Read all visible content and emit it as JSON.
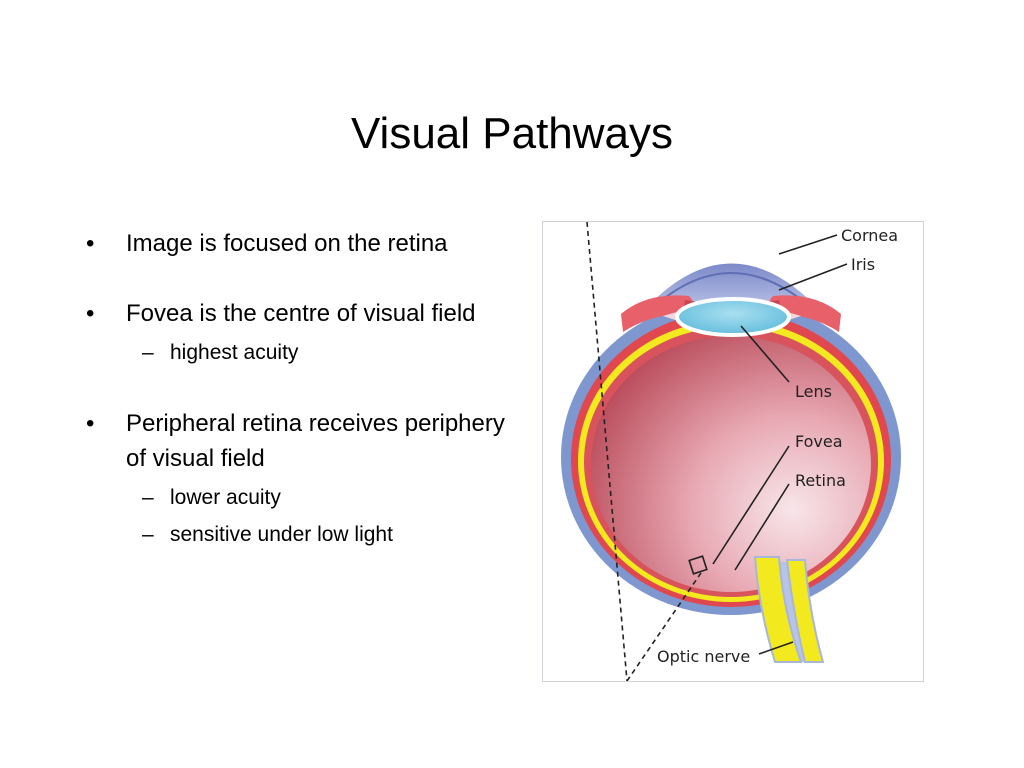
{
  "title": "Visual Pathways",
  "bullets": [
    {
      "text": "Image is focused on the retina",
      "subs": []
    },
    {
      "text": "Fovea is the centre of visual field",
      "subs": [
        "highest acuity"
      ]
    },
    {
      "text": "Peripheral retina receives periphery of visual field",
      "subs": [
        "lower acuity",
        "sensitive under low light"
      ]
    }
  ],
  "diagram": {
    "labels": {
      "cornea": "Cornea",
      "iris": "Iris",
      "lens": "Lens",
      "fovea": "Fovea",
      "retina": "Retina",
      "optic_nerve": "Optic nerve"
    }
  }
}
